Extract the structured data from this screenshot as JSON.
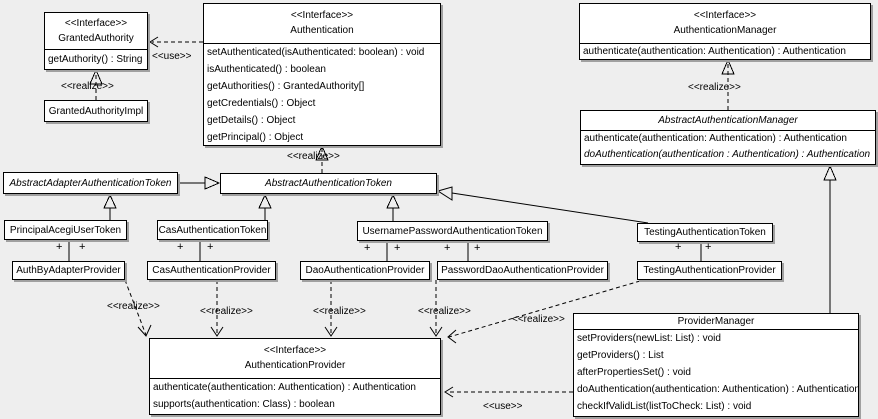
{
  "diagram": {
    "background": "#eeeeee",
    "box_fill": "#ffffff",
    "box_border": "#000000",
    "box_shadow": "#a0a0a0",
    "labels": {
      "use": "<<use>>",
      "realize": "<<realize>>",
      "plus": "+"
    }
  },
  "classes": {
    "granted_authority": {
      "stereotype": "<<Interface>>",
      "name": "GrantedAuthority",
      "methods": [
        "getAuthority() : String"
      ]
    },
    "granted_authority_impl": {
      "name": "GrantedAuthorityImpl"
    },
    "authentication": {
      "stereotype": "<<Interface>>",
      "name": "Authentication",
      "methods": [
        "setAuthenticated(isAuthenticated: boolean) : void",
        "isAuthenticated() : boolean",
        "getAuthorities() : GrantedAuthority[]",
        "getCredentials() : Object",
        "getDetails() : Object",
        "getPrincipal() : Object"
      ]
    },
    "authentication_manager": {
      "stereotype": "<<Interface>>",
      "name": "AuthenticationManager",
      "methods": [
        "authenticate(authentication: Authentication) : Authentication"
      ]
    },
    "abstract_authentication_manager": {
      "name": "AbstractAuthenticationManager",
      "methods": [
        "authenticate(authentication: Authentication) : Authentication",
        "doAuthentication(authentication : Authentication) : Authentication"
      ]
    },
    "abstract_adapter_authentication_token": {
      "name": "AbstractAdapterAuthenticationToken"
    },
    "abstract_authentication_token": {
      "name": "AbstractAuthenticationToken"
    },
    "principal_acegi_user_token": {
      "name": "PrincipalAcegiUserToken"
    },
    "cas_authentication_token": {
      "name": "CasAuthenticationToken"
    },
    "username_password_authentication_token": {
      "name": "UsernamePasswordAuthenticationToken"
    },
    "testing_authentication_token": {
      "name": "TestingAuthenticationToken"
    },
    "auth_by_adapter_provider": {
      "name": "AuthByAdapterProvider"
    },
    "cas_authentication_provider": {
      "name": "CasAuthenticationProvider"
    },
    "dao_authentication_provider": {
      "name": "DaoAuthenticationProvider"
    },
    "password_dao_authentication_provider": {
      "name": "PasswordDaoAuthenticationProvider"
    },
    "testing_authentication_provider": {
      "name": "TestingAuthenticationProvider"
    },
    "authentication_provider": {
      "stereotype": "<<Interface>>",
      "name": "AuthenticationProvider",
      "methods": [
        "authenticate(authentication: Authentication) : Authentication",
        "supports(authentication: Class) : boolean"
      ]
    },
    "provider_manager": {
      "name": "ProviderManager",
      "methods": [
        "setProviders(newList: List) : void",
        "getProviders() : List",
        "afterPropertiesSet() : void",
        "doAuthentication(authentication: Authentication) : Authentication",
        "checkIfValidList(listToCheck: List) : void"
      ]
    }
  }
}
